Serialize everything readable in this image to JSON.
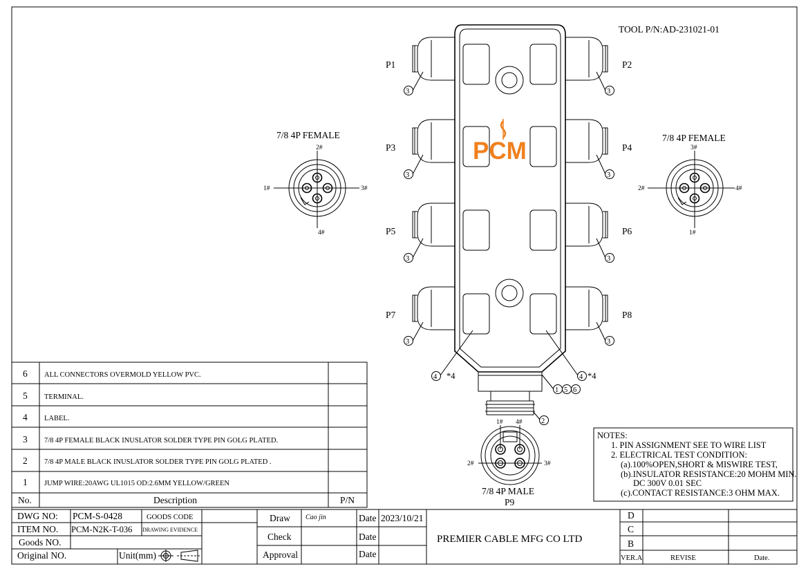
{
  "header": {
    "tool_pn": "TOOL P/N:AD-231021-01"
  },
  "logo_text": "PCM",
  "ports": {
    "p1": "P1",
    "p2": "P2",
    "p3": "P3",
    "p4": "P4",
    "p5": "P5",
    "p6": "P6",
    "p7": "P7",
    "p8": "P8"
  },
  "callouts": {
    "port": "3",
    "label": "4",
    "label_qty": "*4",
    "male": "2",
    "body_1": "1",
    "body_5": "5",
    "body_6": "6"
  },
  "female_left": {
    "title": "7/8 4P FEMALE",
    "pin_top": "2#",
    "pin_left": "1#",
    "pin_right": "3#",
    "pin_bottom": "4#"
  },
  "female_right": {
    "title": "7/8 4P FEMALE",
    "pin_top": "3#",
    "pin_left": "2#",
    "pin_right": "4#",
    "pin_bottom": "1#"
  },
  "male": {
    "title": "7/8 4P MALE",
    "sub": "P9",
    "pin_tl": "1#",
    "pin_tr": "4#",
    "pin_left": "2#",
    "pin_right": "3#"
  },
  "notes": {
    "title": "NOTES:",
    "lines": [
      "1. PIN ASSIGNMENT SEE TO WIRE LIST",
      "2. ELECTRICAL TEST CONDITION:",
      "(a).100%OPEN,SHORT & MISWIRE TEST,",
      "(b).INSULATOR RESISTANCE:20 MOHM MIN.",
      "DC 300V 0.01 SEC",
      "(c).CONTACT RESISTANCE:3 OHM MAX."
    ]
  },
  "bom": {
    "header": {
      "no": "No.",
      "description": "Description",
      "pn": "P/N"
    },
    "rows": [
      {
        "no": "6",
        "description": "ALL CONNECTORS OVERMOLD YELLOW PVC.",
        "pn": ""
      },
      {
        "no": "5",
        "description": "TERMINAL.",
        "pn": ""
      },
      {
        "no": "4",
        "description": "LABEL.",
        "pn": ""
      },
      {
        "no": "3",
        "description": "7/8 4P FEMALE BLACK INUSLATOR SOLDER TYPE PIN GOLG PLATED.",
        "pn": ""
      },
      {
        "no": "2",
        "description": "7/8 4P MALE BLACK INUSLATOR SOLDER TYPE PIN GOLG PLATED .",
        "pn": ""
      },
      {
        "no": "1",
        "description": "JUMP WIRE:20AWG UL1015 OD:2.6MM YELLOW/GREEN",
        "pn": ""
      }
    ]
  },
  "title_block": {
    "dwg_no_label": "DWG NO:",
    "dwg_no": "PCM-S-0428",
    "goods_code_label": "GOODS CODE",
    "item_no_label": "ITEM NO.",
    "item_no": "PCM-N2K-T-036",
    "drawing_evidence_label": "DRAWING EVIDENCE",
    "goods_no_label": "Goods NO.",
    "original_no_label": "Original NO.",
    "unit_label": "Unit(mm)",
    "draw_label": "Draw",
    "draw_signature": "Cao jin",
    "check_label": "Check",
    "approval_label": "Approval",
    "date_label": "Date",
    "draw_date": "2023/10/21",
    "company": "PREMIER CABLE MFG CO LTD",
    "rev_d": "D",
    "rev_c": "C",
    "rev_b": "B",
    "ver_label": "VER.A",
    "revise_label": "REVISE",
    "rev_date_label": "Date."
  }
}
